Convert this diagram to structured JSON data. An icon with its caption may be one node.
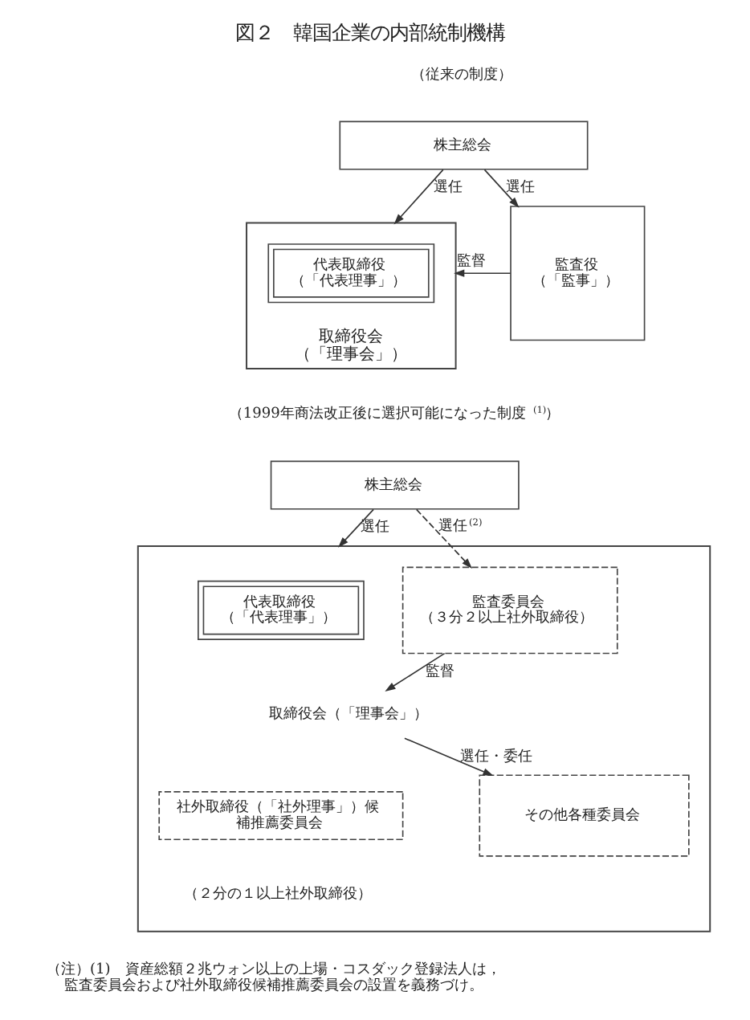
{
  "diagram": {
    "title": "図２　韓国企業の内部統制機構",
    "nodes": [
      {
        "text": [
          "株主総会"
        ]
      },
      {
        "text": [
          "取締役会",
          "（「理事会」）"
        ]
      },
      {
        "text": [
          "代表取締役",
          "（「代表理事」）"
        ],
        "in": 1
      },
      {
        "text": [
          "監査役",
          "（「監事」）"
        ]
      },
      {
        "text": [
          "株主総会"
        ]
      },
      {
        "text": [],
        "shape": "box"
      },
      {
        "text": [
          "代表取締役",
          "（「代表理事」）"
        ],
        "in": 5
      },
      {
        "text": [
          "取締役会（「理事会」）"
        ],
        "in": 5
      },
      {
        "text": [
          "監査委員会",
          "（３分２以上社外取締役）"
        ],
        "in": 5
      },
      {
        "text": [
          "その他各種委員会"
        ],
        "in": 5
      },
      {
        "text": [
          "社外取締役（「社外理事」）候補推薦委員会"
        ],
        "in": 5,
        "beside": [
          "（２分の１以上社外取締役）"
        ]
      }
    ],
    "edges": [
      {
        "from": 0,
        "to": 1,
        "arrow": "to",
        "label": "選任"
      },
      {
        "from": 0,
        "to": 3,
        "arrow": "to",
        "label": "選任"
      },
      {
        "from": 3,
        "to": 1,
        "arrow": "to",
        "label": "監督"
      },
      {
        "from": 4,
        "to": 5,
        "arrow": "to",
        "label": "選任"
      },
      {
        "from": 4,
        "to": 8,
        "arrow": "to",
        "label": "選任$^{(2)}$",
        "style": "dashed"
      },
      {
        "from": 8,
        "to": 7,
        "arrow": "to",
        "label": "監督"
      },
      {
        "from": 7,
        "to": 9,
        "arrow": "to",
        "label": "選任・委任"
      }
    ],
    "labels": [
      "（従来の制度）",
      "（1999年商法改正後に選択可能になった制度$^{(1)}$）",
      "（注）(1)　資産総額２兆ウォン以上の上場・コスダック登録法人は，監査委員会および社外取締役候補推薦委員会の設置を義務づけ。"
    ]
  }
}
